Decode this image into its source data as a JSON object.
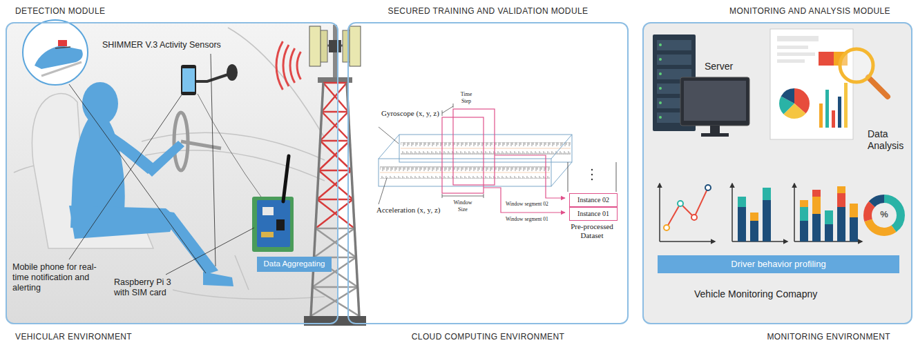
{
  "diagram": {
    "nodes": [
      {
        "text": [
          "DETECTION MODULE",
          "VEHICULAR ENVIRONMENT"
        ]
      },
      {
        "text": [
          "Data Aggregating"
        ],
        "in": 0
      },
      {
        "text": [
          "SECURED TRAINING AND VALIDATION MODULE",
          "CLOUD COMPUTING ENVIRONMENT"
        ]
      },
      {
        "text": [
          "Instance 02"
        ],
        "in": 2
      },
      {
        "text": [
          "Instance 01"
        ],
        "in": 2
      },
      {
        "text": [
          "MONITORING AND ANALYSIS MODULE",
          "MONITORING ENVIRONMENT"
        ]
      },
      {
        "text": [
          "Driver behavior profiling"
        ],
        "in": 5
      }
    ],
    "labels": [
      "SHIMMER V.3 Activity Sensors",
      "Mobile phone for real-time notification and alerting",
      "Raspberry Pi 3 with SIM card",
      "Gyroscope (x, y, z)",
      "Time Step",
      "Window Size",
      "Acceleration (x, y, z)",
      "Window segment 02",
      "Window segment 01",
      "Pre-processed Dataset",
      "Server",
      "Data Analysis",
      "%",
      "Vehicle Monitoring Comapny"
    ]
  }
}
